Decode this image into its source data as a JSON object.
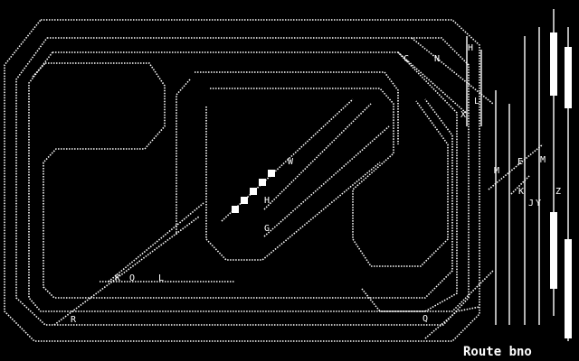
{
  "status_text": "Route bno",
  "track_labels": [
    "C",
    "N",
    "H",
    "X",
    "L",
    "M",
    "E",
    "M",
    "K",
    "J",
    "Y",
    "Z",
    "W",
    "H",
    "G",
    "K",
    "O",
    "L",
    "R",
    "Q"
  ],
  "colors": {
    "background": "#000000",
    "foreground": "#ffffff"
  }
}
